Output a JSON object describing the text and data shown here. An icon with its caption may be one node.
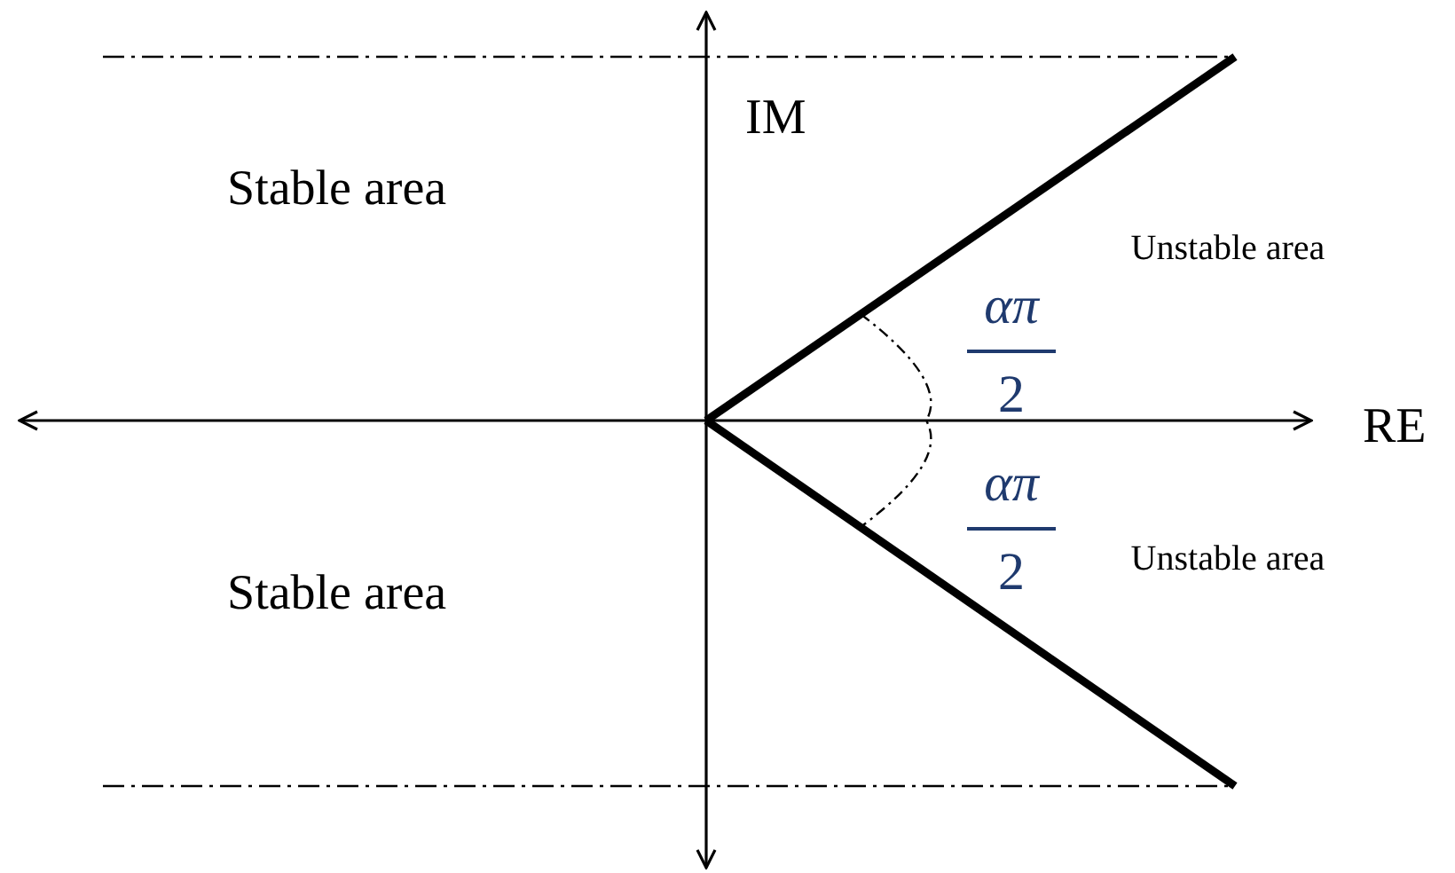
{
  "diagram": {
    "labels": [
      "IM",
      "Stable area",
      "Unstable area",
      "απ",
      "2",
      "RE",
      "απ",
      "2",
      "Unstable area",
      "Stable area"
    ]
  }
}
